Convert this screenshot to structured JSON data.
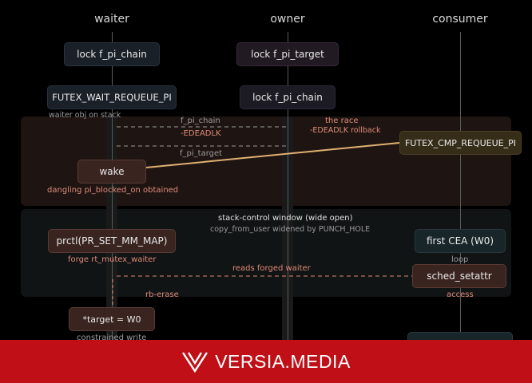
{
  "lanes": {
    "waiter": "waiter",
    "owner": "owner",
    "consumer": "consumer"
  },
  "boxes": {
    "lock_f_pi_chain_waiter": "lock f_pi_chain",
    "lock_f_pi_target": "lock f_pi_target",
    "futex_wait_requeue_pi": "FUTEX_WAIT_REQUEUE_PI",
    "lock_f_pi_chain_owner": "lock f_pi_chain",
    "futex_cmp_requeue_pi": "FUTEX_CMP_REQUEUE_PI",
    "wake": "wake",
    "prctl": "prctl(PR_SET_MM_MAP)",
    "first_cea": "first CEA (W0)",
    "sched_setattr": "sched_setattr",
    "target_w0": "*target = W0"
  },
  "notes": {
    "waiter_obj": "waiter obj on stack",
    "f_pi_chain": "f_pi_chain",
    "edeadlk": "-EDEADLK",
    "f_pi_target": "f_pi_target",
    "the_race": "the race",
    "edeadlk_rollback": "-EDEADLK rollback",
    "dangling": "dangling pi_blocked_on obtained",
    "window_title": "stack-control window (wide open)",
    "window_sub": "copy_from_user widened by PUNCH_HOLE",
    "forge": "forge rt_mutex_waiter",
    "loop": "loop",
    "reads_forged": "reads forged waiter",
    "rb_erase": "rb-erase",
    "access": "access",
    "constrained_write": "constrained write"
  },
  "banner": {
    "brand": "VERSIA.MEDIA"
  },
  "colors": {
    "race_region": "#1e1513",
    "window_region": "#111414",
    "accent_salmon": "#e08a78",
    "race_line": "#e0b070",
    "banner": "#c00f16"
  }
}
